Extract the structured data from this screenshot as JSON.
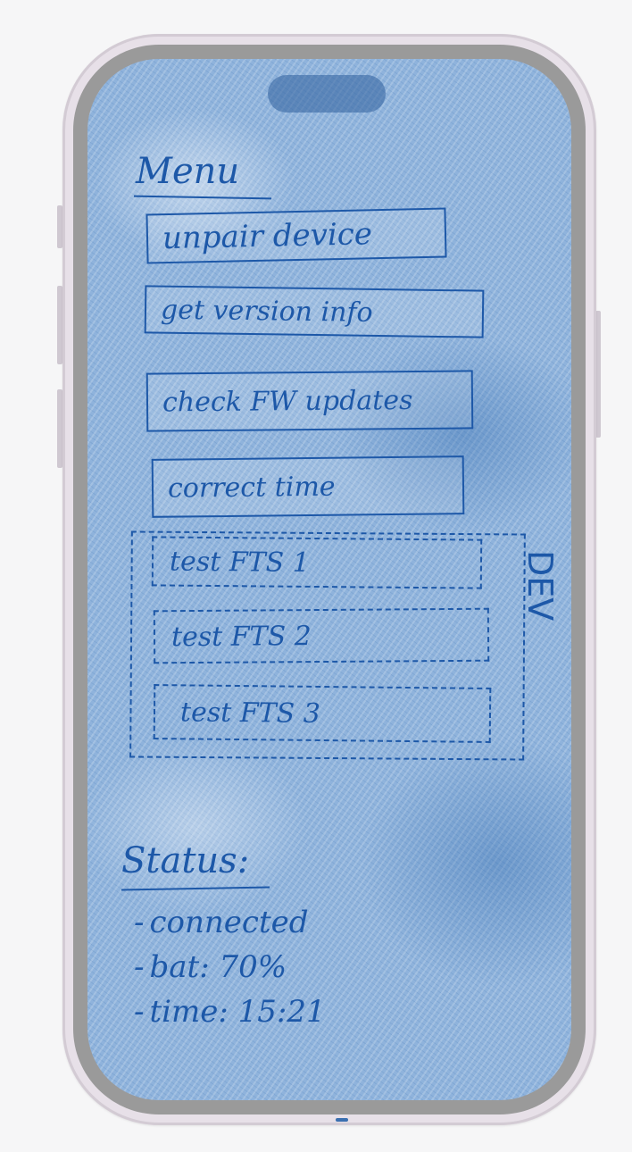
{
  "menu": {
    "title": "Menu",
    "buttons": [
      {
        "label": "unpair device"
      },
      {
        "label": "get version info"
      },
      {
        "label": "check FW updates"
      },
      {
        "label": "correct time"
      }
    ]
  },
  "dev": {
    "label": "DEV",
    "buttons": [
      {
        "label": "test FTS 1"
      },
      {
        "label": "test FTS 2"
      },
      {
        "label": "test FTS 3"
      }
    ]
  },
  "status": {
    "title": "Status:",
    "items": [
      {
        "text": "connected"
      },
      {
        "text": "bat: 70%"
      },
      {
        "text": "time: 15:21"
      }
    ]
  },
  "colors": {
    "ink": "#1d58a8",
    "screen_wash": "#8fb3dc",
    "phone_frame": "#e7e0e8"
  }
}
